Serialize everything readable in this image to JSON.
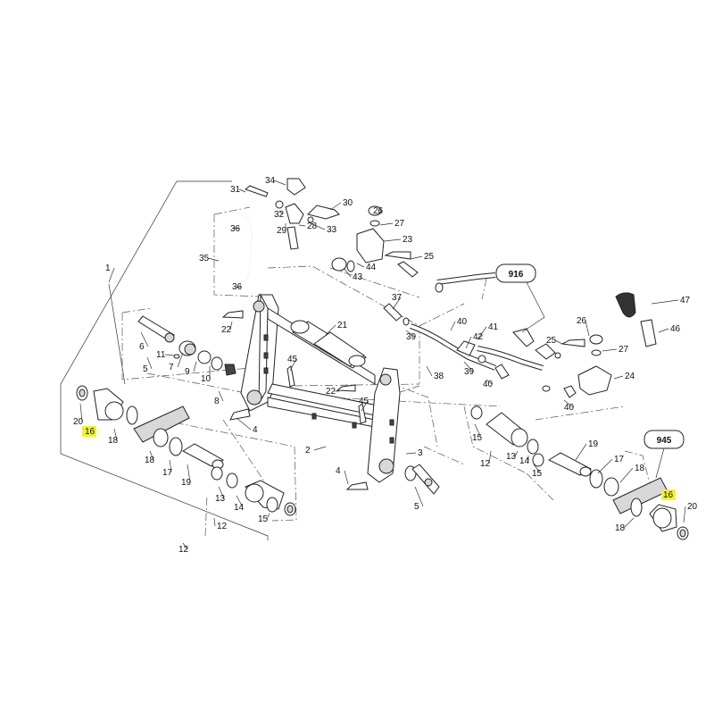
{
  "diagram": {
    "highlight_color": "#f2f231",
    "highlighted_labels": [
      "16",
      "16"
    ],
    "reference_labels": [
      "916",
      "945"
    ],
    "callouts": [
      "1",
      "2",
      "3",
      "4",
      "4",
      "5",
      "5",
      "6",
      "7",
      "8",
      "9",
      "10",
      "11",
      "12",
      "12",
      "12",
      "13",
      "13",
      "14",
      "14",
      "15",
      "15",
      "15",
      "17",
      "17",
      "18",
      "18",
      "18",
      "18",
      "19",
      "19",
      "20",
      "20",
      "21",
      "22",
      "22",
      "23",
      "24",
      "25",
      "25",
      "26",
      "26",
      "27",
      "27",
      "28",
      "29",
      "30",
      "31",
      "32",
      "33",
      "34",
      "35",
      "36",
      "36",
      "37",
      "38",
      "39",
      "39",
      "40",
      "40",
      "40",
      "41",
      "42",
      "43",
      "44",
      "45",
      "45",
      "46",
      "47"
    ]
  }
}
